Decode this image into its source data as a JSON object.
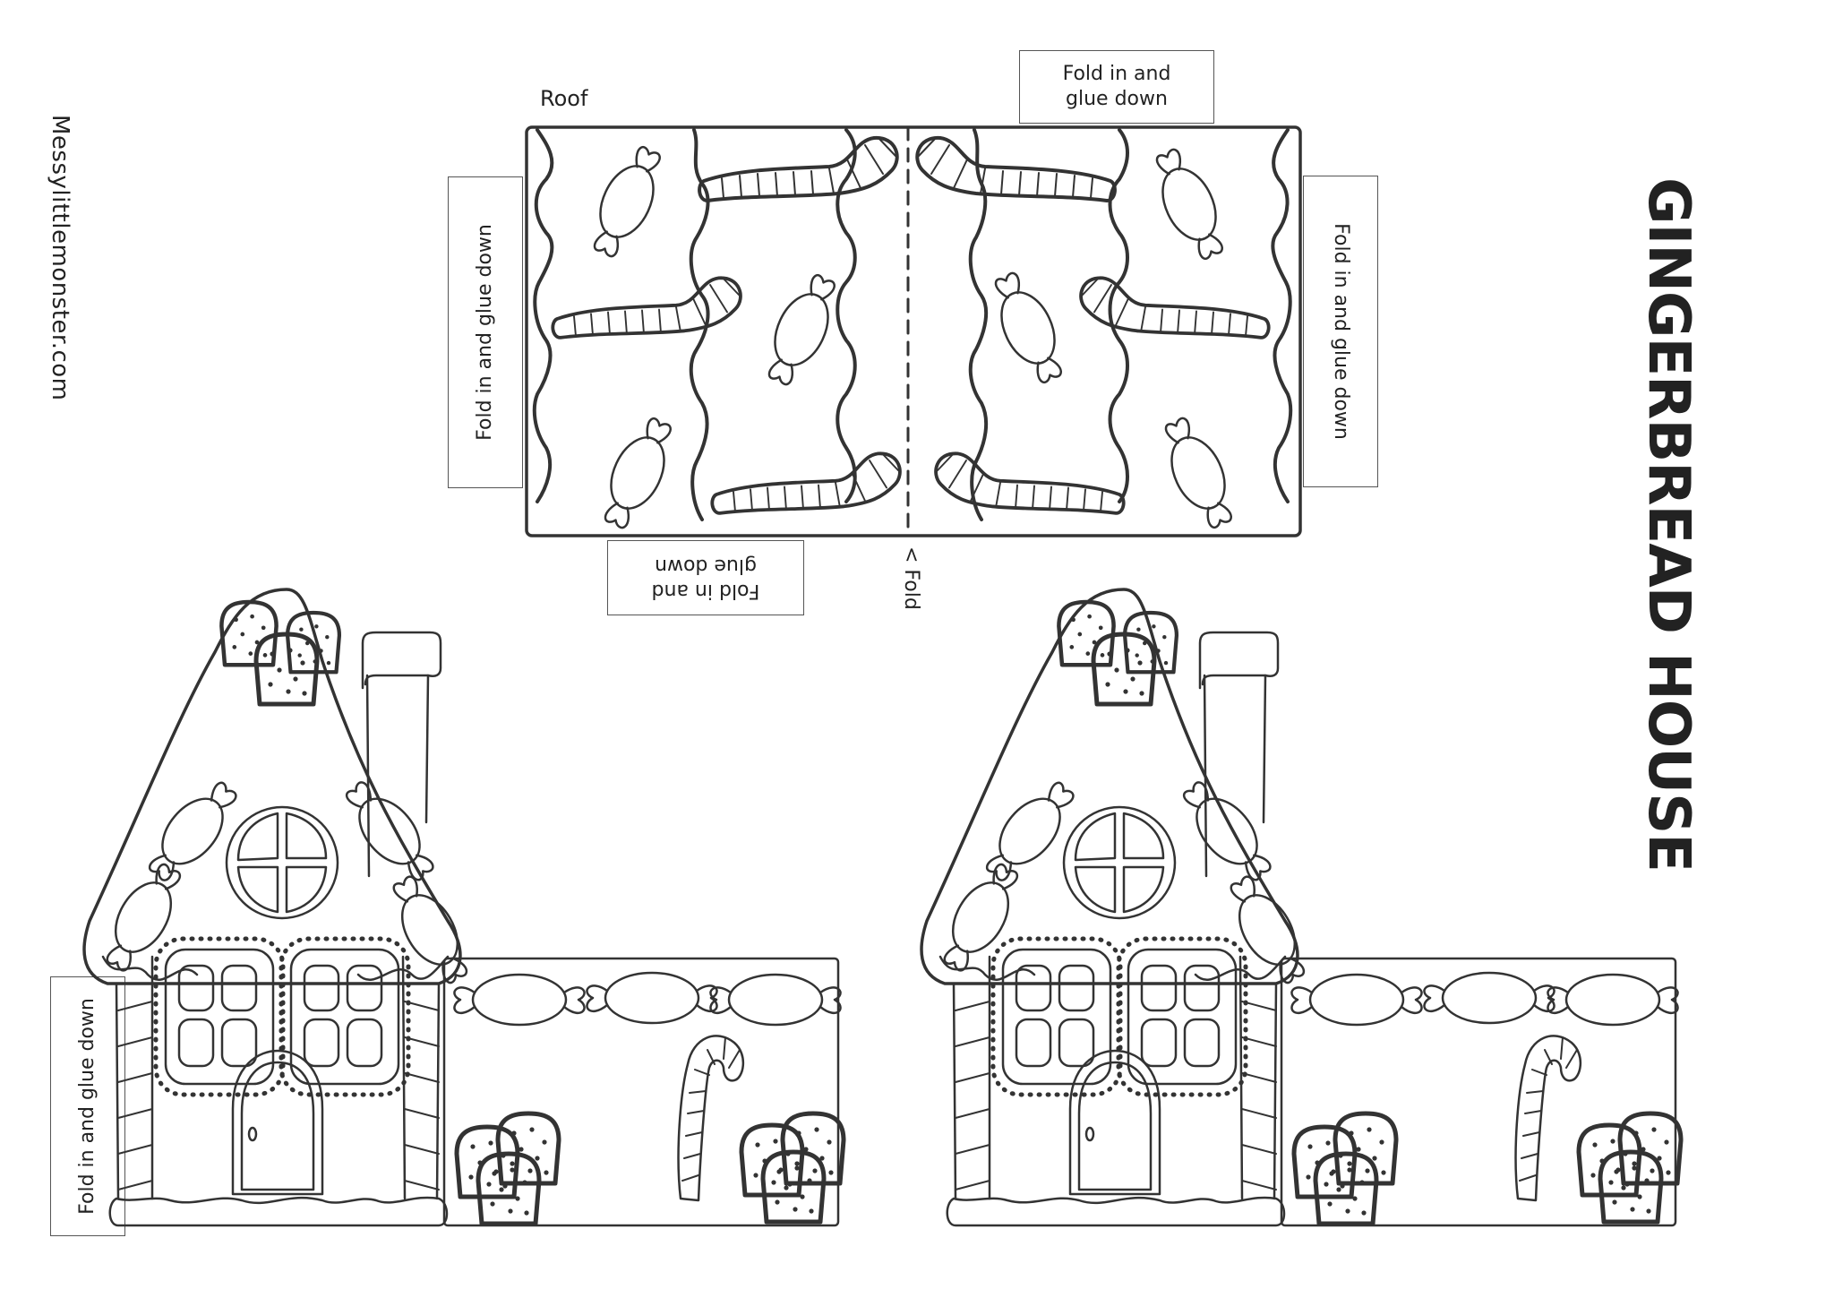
{
  "site": "Messylittlemonster.com",
  "title": "GINGERBREAD HOUSE",
  "roof_label": "Roof",
  "fold_label": "< Fold",
  "tabs": {
    "roof_top": [
      "Fold in and",
      "glue  down"
    ],
    "roof_left": "Fold in and glue  down",
    "roof_right": "Fold in and glue  down",
    "roof_bottom": [
      "Fold in and",
      "glue  down"
    ],
    "house_left": "Fold in and glue  down"
  }
}
